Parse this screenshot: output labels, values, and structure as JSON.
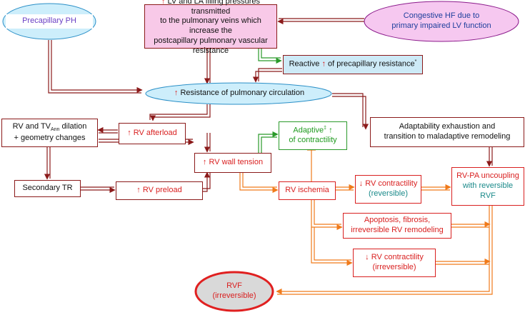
{
  "nodes": {
    "precap_ph": {
      "text": "Precapillary PH",
      "color": "#6a3fc4",
      "fill": "#cdeefb"
    },
    "congestive_hf": {
      "line1": "Congestive HF due to",
      "line2": "primary impaired LV function",
      "fill": "#f6c8f0"
    },
    "lv_la_pressure": {
      "arrow": "↑",
      "line1": " LV and LA filling pressures transmitted",
      "line2": "to the pulmonary veins which increase the",
      "line3": "postcapillary pulmonary vascular resistance",
      "fill": "#f8c9e8"
    },
    "reactive": {
      "text1": "Reactive ",
      "arrow": "↑",
      "text2": " of precapillary resistance",
      "sup": "*",
      "fill": "#cdeaf7"
    },
    "resistance": {
      "arrow": "↑",
      "text": " Resistance of pulmonary circulation",
      "fill": "#cdeefb"
    },
    "rv_tv_dilation": {
      "line1a": "RV and TV",
      "line1sub": "Ann",
      "line1b": " dilation",
      "line2": "+ geometry changes"
    },
    "rv_afterload": {
      "arrow": "↑",
      "text": " RV afterload"
    },
    "adaptive": {
      "line1a": "Adaptive",
      "sup": "‡",
      "line1b": " ↑",
      "line2": "of contractility"
    },
    "adaptability": {
      "line1": "Adaptability exhaustion and",
      "line2": "transition to maladaptive remodeling"
    },
    "rv_wall_tension": {
      "arrow": "↑",
      "text": " RV wall tension"
    },
    "secondary_tr": {
      "text": "Secondary TR"
    },
    "rv_preload": {
      "arrow": "↑",
      "text": " RV preload"
    },
    "rv_ischemia": {
      "text": "RV ischemia"
    },
    "rv_contractility_rev": {
      "line1": "↓ RV contractility",
      "line2": "(reversible)"
    },
    "rv_pa_uncoupling": {
      "line1": "RV-PA uncoupling",
      "line2": "with reversible",
      "line3": "RVF"
    },
    "apoptosis": {
      "line1": "Apoptosis, fibrosis,",
      "line2": "irreversible RV remodeling"
    },
    "rv_contractility_irrev": {
      "line1": "↓ RV contractility",
      "line2": "(irreversible)"
    },
    "rvf": {
      "line1": "RVF",
      "line2": "(irreversible)",
      "fill": "#d9d9d9"
    }
  },
  "colors": {
    "dark_arrow": "#8b1a1a",
    "orange_arrow": "#f07a1a",
    "green_arrow": "#2a9a2a",
    "red_text": "#d92020",
    "teal_text": "#1a8a8a"
  }
}
